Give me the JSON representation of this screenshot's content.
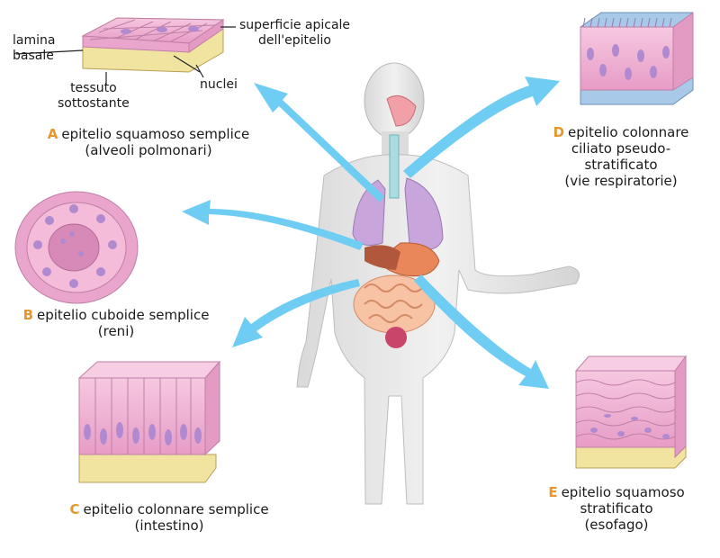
{
  "tissues": {
    "A": {
      "letter": "A",
      "line1": "epitelio squamoso semplice",
      "line2": "(alveoli polmonari)"
    },
    "B": {
      "letter": "B",
      "line1": "epitelio cuboide semplice",
      "line2": "(reni)"
    },
    "C": {
      "letter": "C",
      "line1": "epitelio colonnare semplice",
      "line2": "(intestino)"
    },
    "D": {
      "letter": "D",
      "line1": "epitelio colonnare",
      "line2": "ciliato pseudo-",
      "line3": "stratificato",
      "line4": "(vie respiratorie)"
    },
    "E": {
      "letter": "E",
      "line1": "epitelio squamoso",
      "line2": "stratificato",
      "line3": "(esofago)"
    }
  },
  "callouts": {
    "lamina_1": "lamina",
    "lamina_2": "basale",
    "tessuto_1": "tessuto",
    "tessuto_2": "sottostante",
    "superficie_1": "superficie apicale",
    "superficie_2": "dell'epitelio",
    "nuclei": "nuclei"
  },
  "colors": {
    "letter": "#e8962a",
    "arrow": "#6fcdf3",
    "cell_pink": "#f2b6d5",
    "nucleus": "#b08ad0",
    "connective": "#f2e7a8"
  }
}
